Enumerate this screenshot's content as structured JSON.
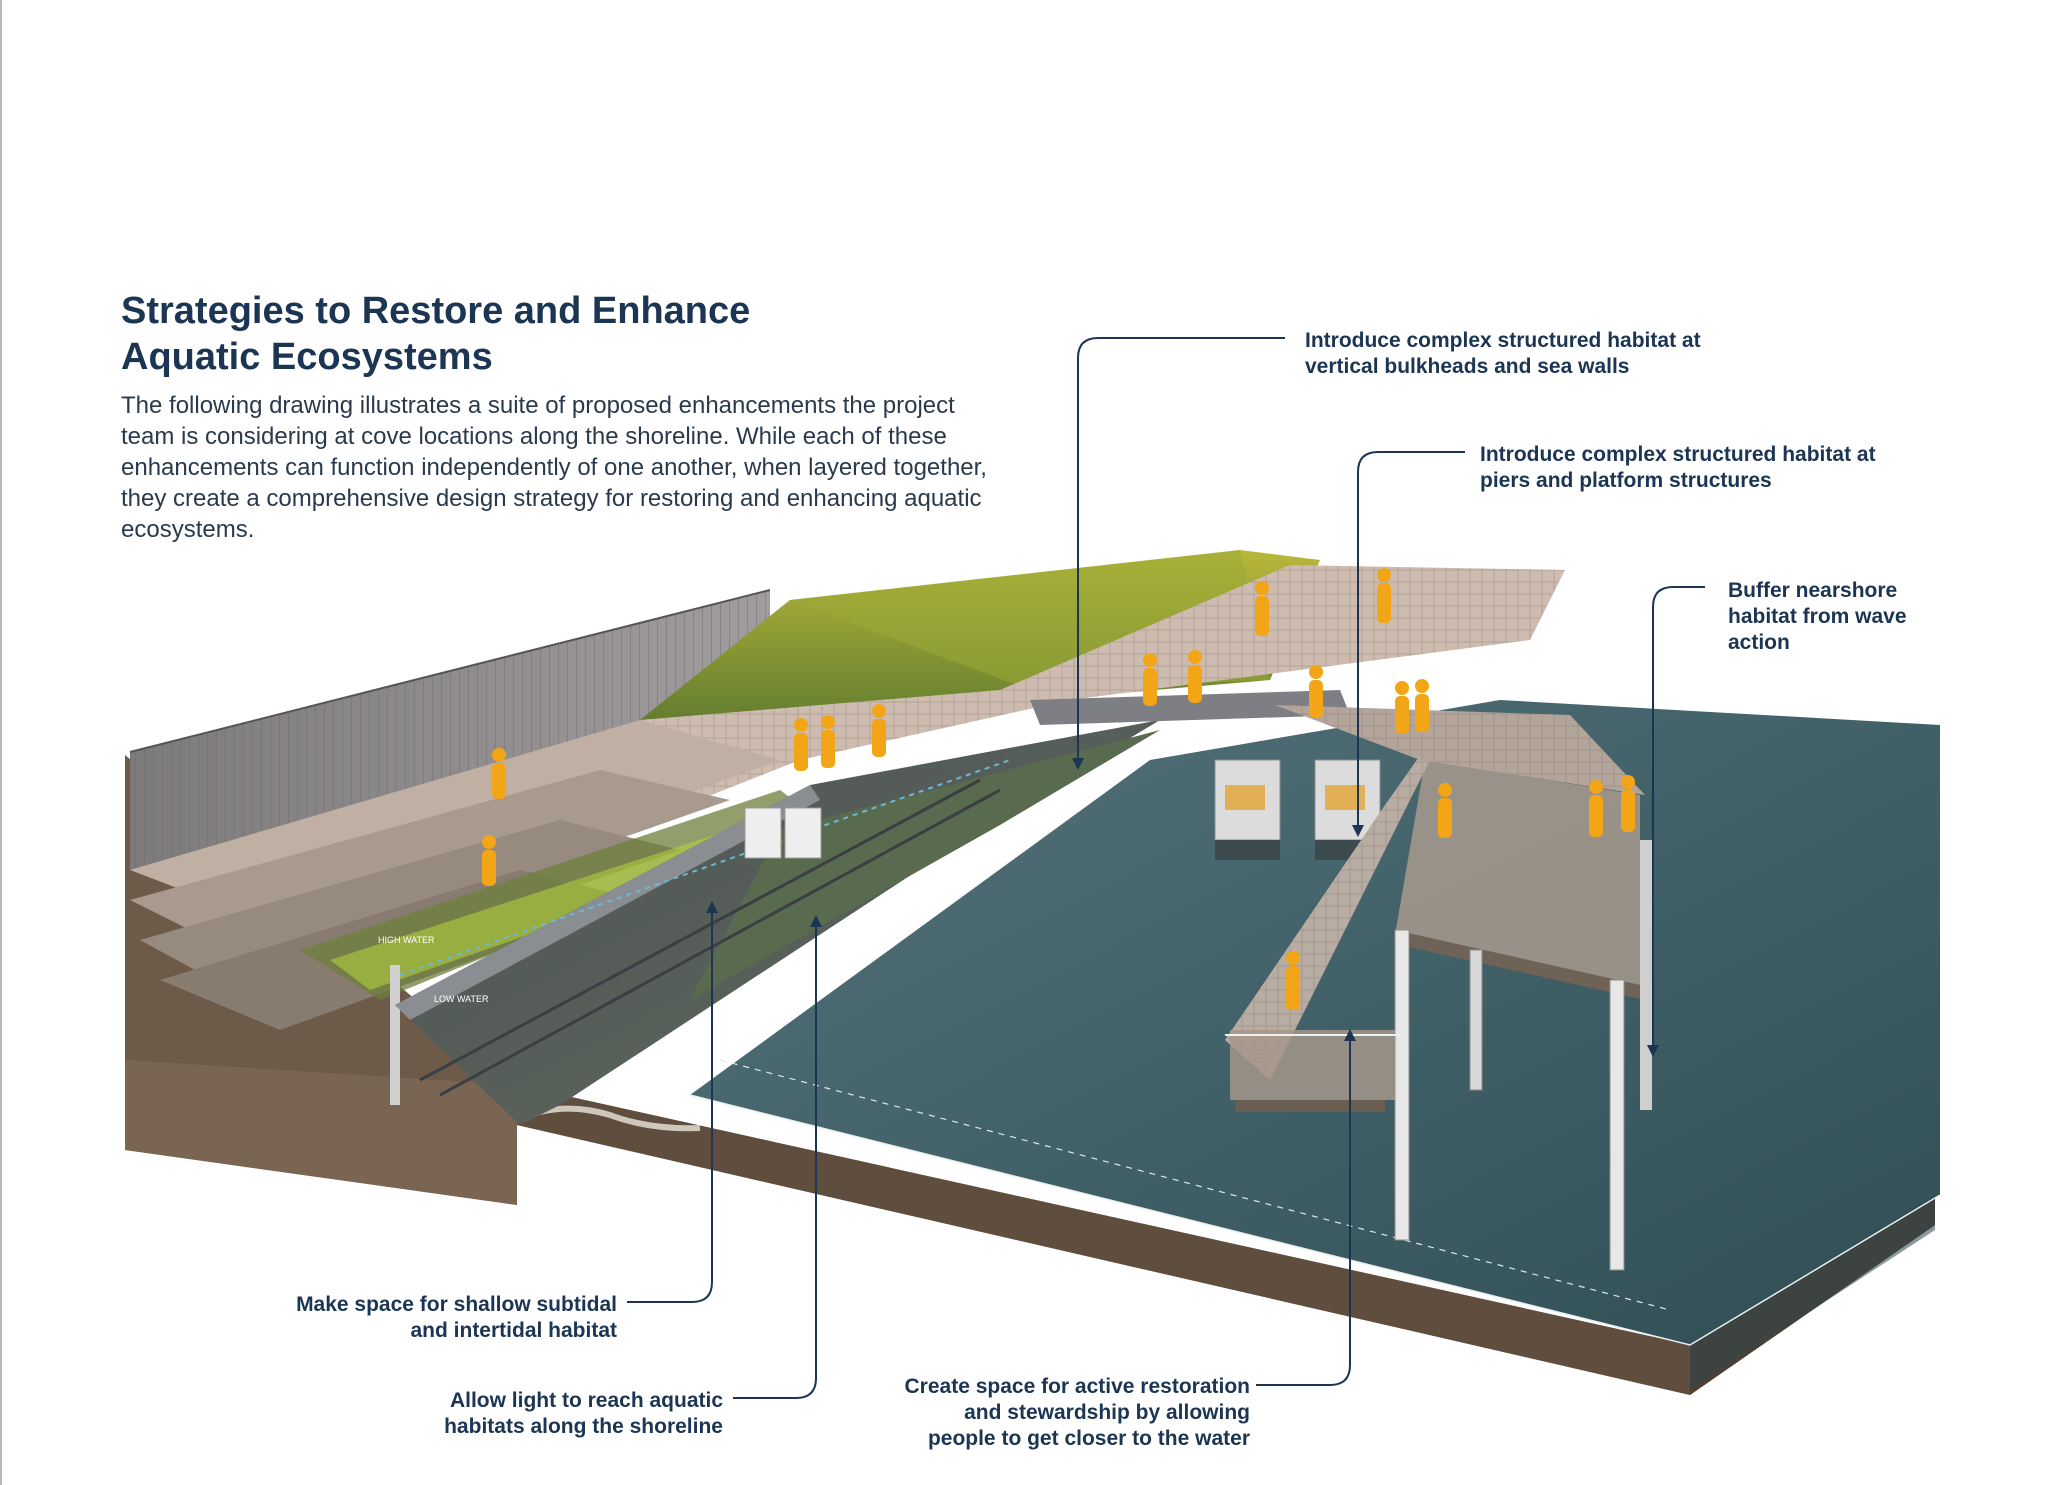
{
  "header": {
    "title_line1": "Strategies to Restore and Enhance",
    "title_line2": "Aquatic Ecosystems",
    "intro": "The following drawing illustrates a suite of proposed enhancements the project team is considering at cove locations along the shoreline. While each of these enhancements can function independently of one another, when layered together, they create a comprehensive design strategy for restoring and enhancing aquatic ecosystems."
  },
  "diagram": {
    "water_labels": {
      "high": "HIGH WATER",
      "low": "LOW WATER"
    }
  },
  "callouts": {
    "bulkheads": {
      "line1": "Introduce complex structured habitat at",
      "line2": "vertical bulkheads and sea walls"
    },
    "piers": {
      "line1": "Introduce complex structured habitat at",
      "line2": "piers and platform structures"
    },
    "buffer": {
      "line1": "Buffer nearshore",
      "line2": "habitat from wave",
      "line3": "action"
    },
    "subtidal": {
      "line1": "Make space for shallow subtidal",
      "line2": "and intertidal habitat"
    },
    "light": {
      "line1": "Allow light to reach aquatic",
      "line2": "habitats along the shoreline"
    },
    "stewardship": {
      "line1": "Create space for active restoration",
      "line2": "and stewardship by allowing",
      "line3": "people to get closer to the water"
    }
  },
  "colors": {
    "heading": "#1b3553",
    "leader": "#1b3553",
    "water": "#3f5f66",
    "soil": "#6e5a48",
    "grass": "#8a9a3a",
    "figure": "#f2a516",
    "deck": "#b9a99c"
  }
}
